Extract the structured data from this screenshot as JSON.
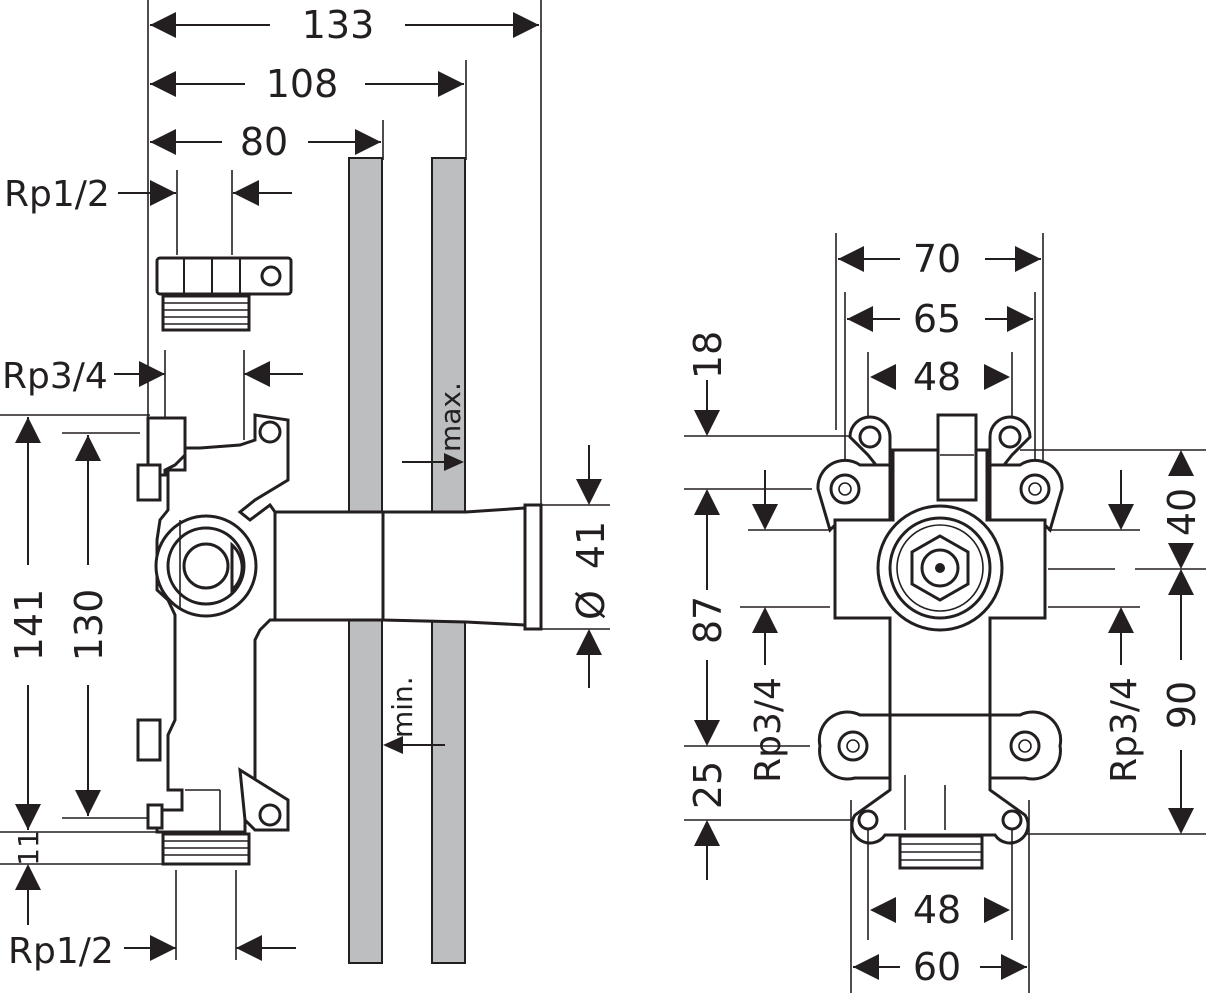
{
  "side_view": {
    "dim_total_width": "133",
    "dim_to_max": "108",
    "dim_to_min": "80",
    "thread_top_outlet": "Rp1/2",
    "thread_inlet": "Rp3/4",
    "thread_bottom_outlet": "Rp1/2",
    "dim_height_overall": "141",
    "dim_height_inner": "130",
    "dim_bottom_offset": "11",
    "dim_diameter_symbol": "Ø",
    "dim_diameter": "41",
    "wall_max_label": "max.",
    "wall_min_label": "min."
  },
  "front_view": {
    "dim_width_70": "70",
    "dim_width_65": "65",
    "dim_width_48_top": "48",
    "dim_top_18": "18",
    "dim_right_40": "40",
    "dim_left_87": "87",
    "dim_left_25": "25",
    "dim_right_90": "90",
    "thread_left": "Rp3/4",
    "thread_right": "Rp3/4",
    "dim_width_48_bottom": "48",
    "dim_width_60": "60"
  },
  "colors": {
    "line": "#231f20",
    "wall_bar": "#bcbec0",
    "background": "#ffffff"
  }
}
